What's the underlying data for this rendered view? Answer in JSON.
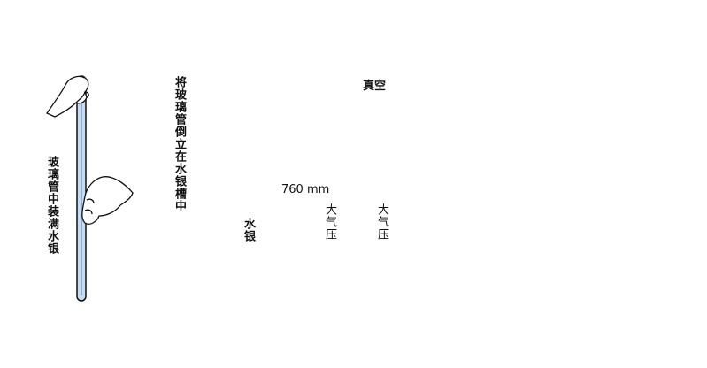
{
  "panels": [
    {
      "caption": "玻璃管中装满水银"
    },
    {
      "caption": "将玻璃管倒立在水银槽中",
      "mercury_label": "水银"
    },
    {
      "vacuum_label": "真空",
      "height_label": "760 mm",
      "pressure_left": "大气压",
      "pressure_right": "大气压"
    },
    {}
  ],
  "colors": {
    "mercury": "#b9cfe6",
    "mercury_dark": "#8fb0d6",
    "stroke": "#111111",
    "tube_fill": "#dde8f3"
  },
  "icons": [
    "hand-icon"
  ]
}
